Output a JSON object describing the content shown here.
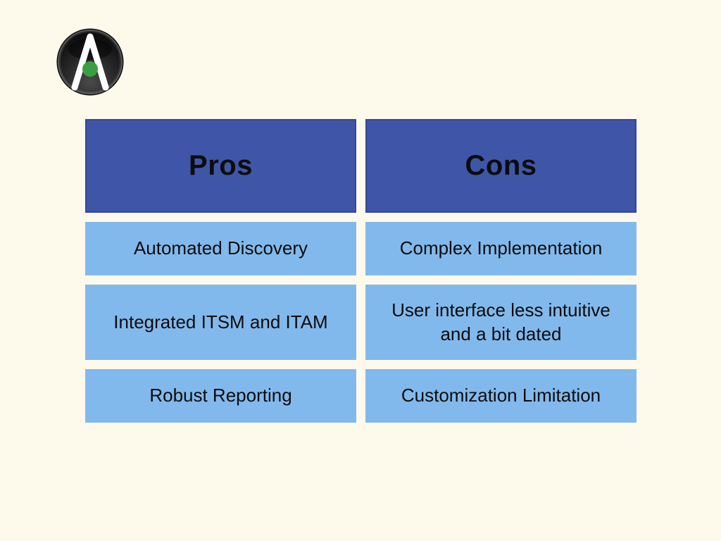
{
  "page": {
    "background_color": "#FDFAEB"
  },
  "logo": {
    "description": "dark glossy circular badge with white lambda-style A and green dot",
    "colors": {
      "sphere_dark": "#111111",
      "sphere_mid": "#3a3a3a",
      "mark": "#ffffff",
      "dot_green": "#3B9E43"
    }
  },
  "table": {
    "columns": [
      {
        "header": "Pros",
        "rows": [
          "Automated Discovery",
          "Integrated ITSM and ITAM",
          "Robust Reporting"
        ]
      },
      {
        "header": "Cons",
        "rows": [
          "Complex Implementation",
          "User interface less intuitive and a bit dated",
          "Customization Limitation"
        ]
      }
    ],
    "colors": {
      "header_bg": "#3F56A8",
      "header_border": "#35479A",
      "row_bg": "#82B9EC",
      "text": "#0C0C0C"
    }
  }
}
